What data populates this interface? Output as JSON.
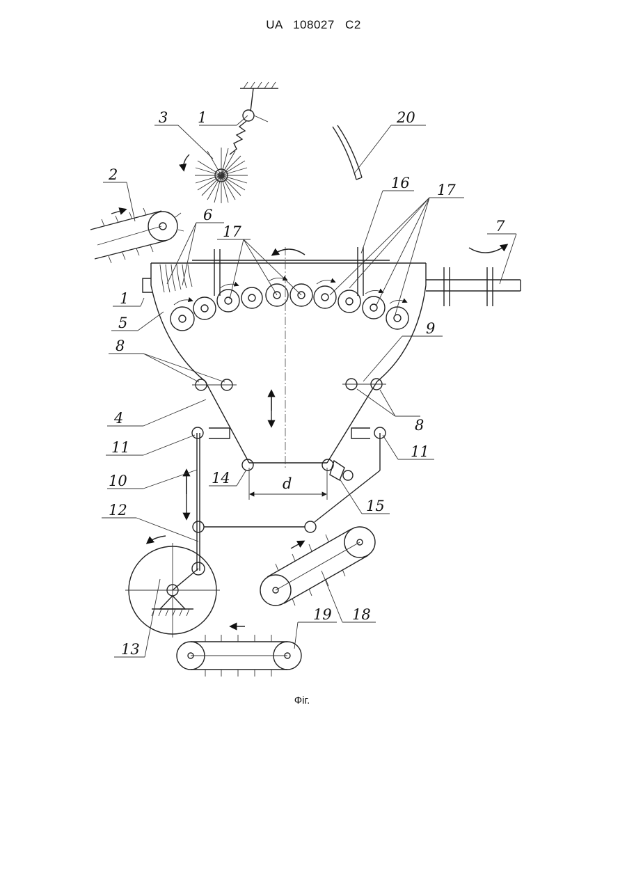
{
  "header": {
    "patent_no": "UA   108027   C2"
  },
  "caption": "Фіг.",
  "labels": {
    "l1a": "1",
    "l1b": "1",
    "l2": "2",
    "l3": "3",
    "l4": "4",
    "l5": "5",
    "l6": "6",
    "l7": "7",
    "l8a": "8",
    "l8b": "8",
    "l9": "9",
    "l10": "10",
    "l11a": "11",
    "l11b": "11",
    "l12": "12",
    "l13": "13",
    "l14": "14",
    "l15": "15",
    "l16": "16",
    "l17a": "17",
    "l17b": "17",
    "l18": "18",
    "l19": "19",
    "l20": "20",
    "d": "d"
  }
}
